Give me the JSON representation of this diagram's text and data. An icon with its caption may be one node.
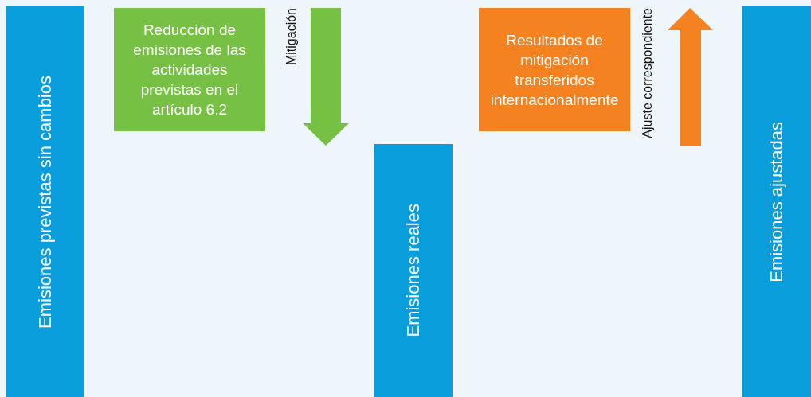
{
  "diagram": {
    "nodes": [
      {
        "text": [
          "Emisiones previstas sin cambios"
        ]
      },
      {
        "text": [
          "Reducción de emisiones de las actividades previstas en el artículo 6.2"
        ]
      },
      {
        "text": [
          "Emisiones reales"
        ]
      },
      {
        "text": [
          "Resultados de mitigación transferidos internacionalmente"
        ]
      },
      {
        "text": [
          "Emisiones ajustadas"
        ]
      }
    ],
    "edges": [],
    "labels": [
      "Mitigación",
      "Ajuste correspondiente"
    ]
  }
}
